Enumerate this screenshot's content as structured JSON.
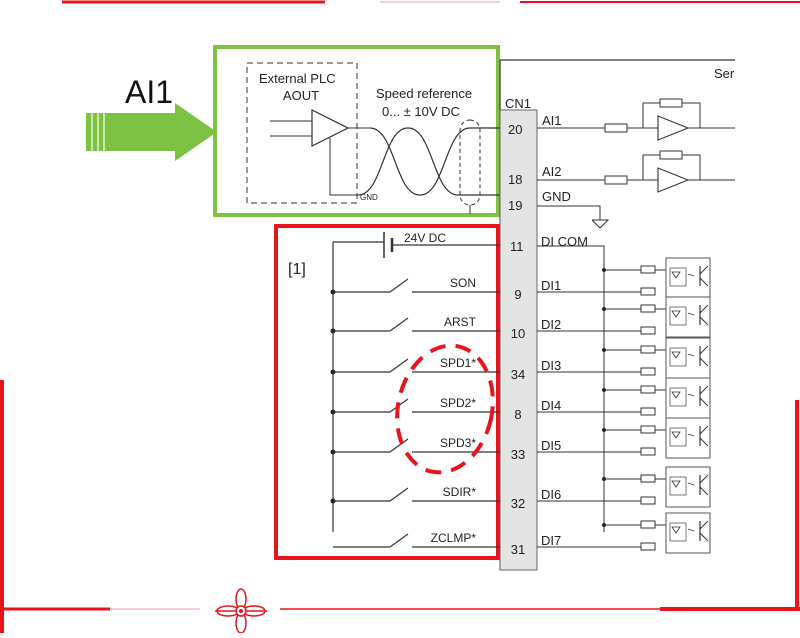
{
  "labels": {
    "ai1_big": "AI1",
    "external_plc": "External PLC",
    "aout": "AOUT",
    "speed_ref": "Speed reference",
    "speed_range": "0... ± 10V DC",
    "gnd_small": "GND",
    "cn1": "CN1",
    "servo_partial": "Ser",
    "v24": "24V DC",
    "bracket": "[1]"
  },
  "analog_pins": [
    {
      "num": "20",
      "sig": "AI1"
    },
    {
      "num": "18",
      "sig": "AI2"
    },
    {
      "num": "19",
      "sig": "GND"
    }
  ],
  "dicom": {
    "num": "11",
    "sig": "DI COM"
  },
  "switches": [
    {
      "label": "SON",
      "pin": "9",
      "di": "DI1"
    },
    {
      "label": "ARST",
      "pin": "10",
      "di": "DI2"
    },
    {
      "label": "SPD1*",
      "pin": "34",
      "di": "DI3"
    },
    {
      "label": "SPD2*",
      "pin": "8",
      "di": "DI4"
    },
    {
      "label": "SPD3*",
      "pin": "33",
      "di": "DI5"
    },
    {
      "label": "SDIR*",
      "pin": "32",
      "di": "DI6"
    },
    {
      "label": "ZCLMP*",
      "pin": "31",
      "di": "DI7"
    }
  ],
  "colors": {
    "frame_red": "#e8141c",
    "green": "#7fc241",
    "arrow_green": "#7dc242",
    "connector_fill": "#e4e4e4"
  },
  "icons": {
    "frame_logo": "crosshair-propeller-icon"
  }
}
